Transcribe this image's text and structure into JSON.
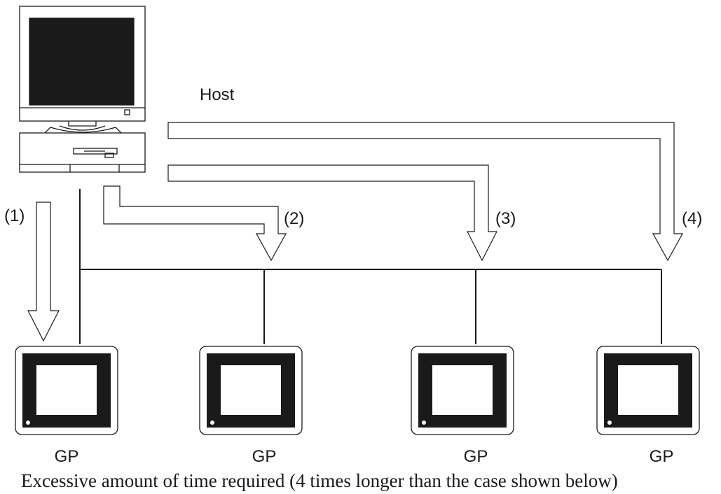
{
  "host_label": "Host",
  "arrows": [
    {
      "label": "(1)"
    },
    {
      "label": "(2)"
    },
    {
      "label": "(3)"
    },
    {
      "label": "(4)"
    }
  ],
  "terminals": [
    {
      "label": "GP"
    },
    {
      "label": "GP"
    },
    {
      "label": "GP"
    },
    {
      "label": "GP"
    }
  ],
  "caption": "Excessive amount of time required (4 times longer than the case shown below)"
}
